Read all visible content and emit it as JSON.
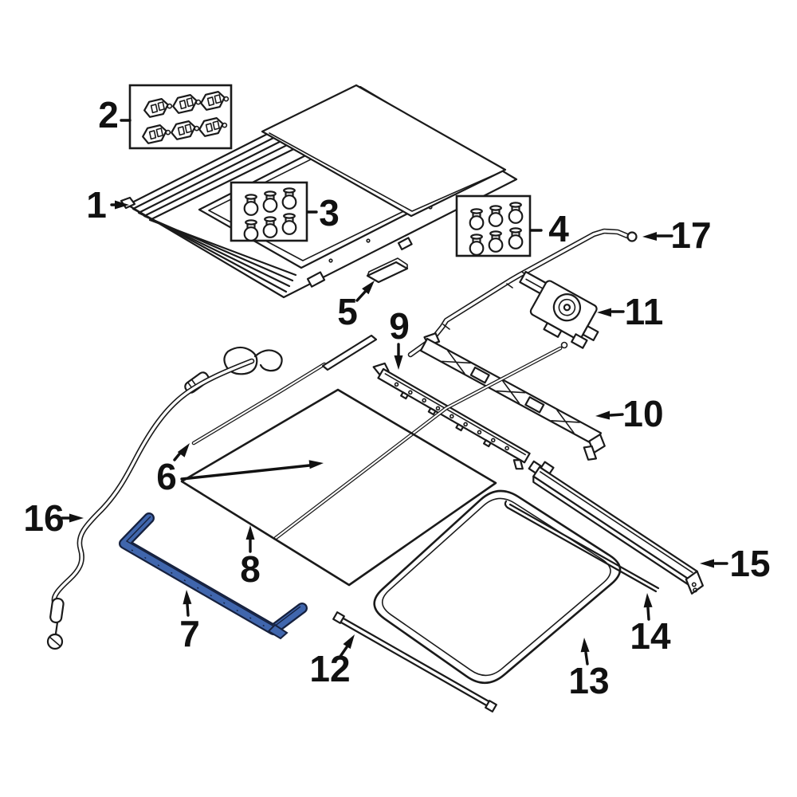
{
  "diagram": {
    "type": "exploded-parts-diagram",
    "subject": "sunroof-assembly",
    "background_color": "#ffffff",
    "line_color": "#1a1a1a",
    "arrow_color": "#111111",
    "highlight_color": "#4066ad",
    "highlight_outline_color": "#16213e",
    "highlighted_callout": "7",
    "callouts": [
      {
        "label": "1"
      },
      {
        "label": "2"
      },
      {
        "label": "3"
      },
      {
        "label": "4"
      },
      {
        "label": "5"
      },
      {
        "label": "6"
      },
      {
        "label": "7"
      },
      {
        "label": "8"
      },
      {
        "label": "9"
      },
      {
        "label": "10"
      },
      {
        "label": "11"
      },
      {
        "label": "12"
      },
      {
        "label": "13"
      },
      {
        "label": "14"
      },
      {
        "label": "15"
      },
      {
        "label": "16"
      },
      {
        "label": "17"
      }
    ],
    "fastener_boxes": [
      {
        "callout": "2",
        "item_count": 6,
        "item_kind": "clip"
      },
      {
        "callout": "3",
        "item_count": 6,
        "item_kind": "screw"
      },
      {
        "callout": "4",
        "item_count": 6,
        "item_kind": "screw"
      }
    ]
  }
}
